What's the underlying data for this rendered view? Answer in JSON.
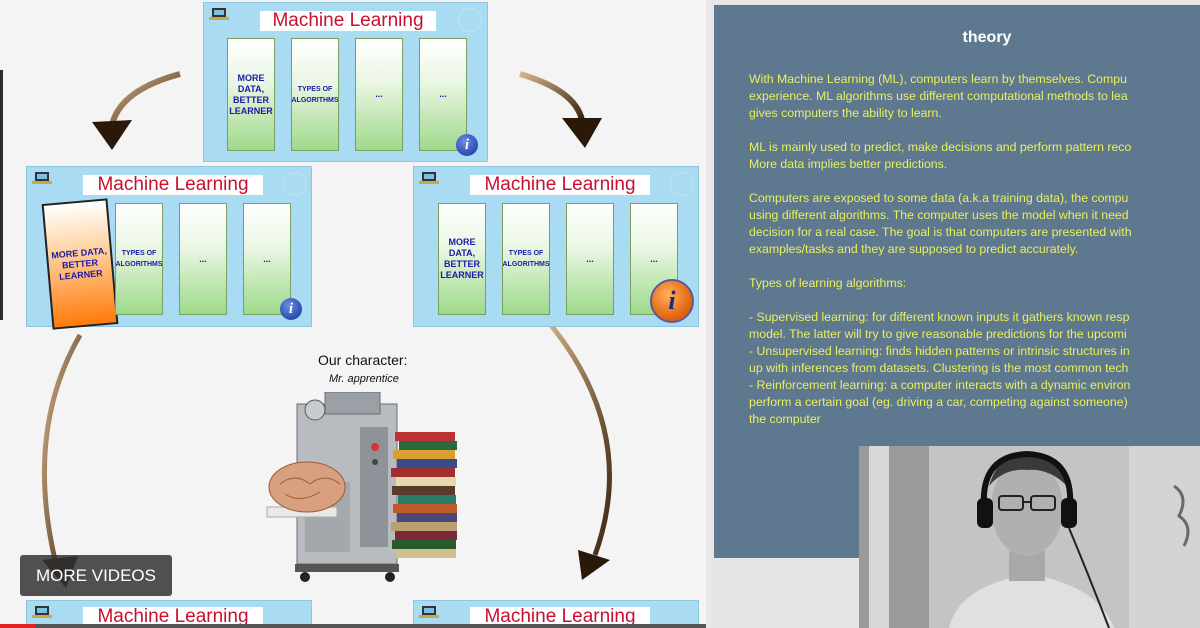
{
  "slide": {
    "panels": [
      {
        "title": "Machine Learning",
        "cards": [
          "MORE DATA, BETTER LEARNER",
          "TYPES OF ALGORITHMS",
          "...",
          "..."
        ]
      },
      {
        "title": "Machine Learning",
        "cards": [
          "MORE DATA, BETTER LEARNER",
          "TYPES OF ALGORITHMS",
          "...",
          "..."
        ]
      },
      {
        "title": "Machine Learning",
        "cards": [
          "MORE DATA, BETTER LEARNER",
          "TYPES OF ALGORITHMS",
          "...",
          "..."
        ]
      },
      {
        "title": "Machine Learning"
      },
      {
        "title": "Machine Learning"
      }
    ],
    "info_icon": "i",
    "character": {
      "title": "Our character:",
      "subtitle": "Mr. apprentice"
    }
  },
  "player": {
    "more_videos_label": "MORE VIDEOS",
    "progress": 0.05
  },
  "theory": {
    "title": "theory",
    "paragraphs": [
      [
        "With Machine Learning (ML), computers learn by themselves. Compu",
        "experience. ML algorithms use different computational methods to lea",
        "gives computers the ability to learn."
      ],
      [
        "ML is mainly used to predict, make decisions and perform pattern reco",
        "More data implies better predictions."
      ],
      [
        "Computers are exposed to some data (a.k.a training data), the compu",
        "using different algorithms. The computer uses the model when it need",
        "decision for a real case. The goal is that computers are presented with",
        "examples/tasks and they are supposed to predict accurately."
      ],
      [
        "Types of learning algorithms:"
      ],
      [
        "- Supervised learning: for different known inputs it gathers known resp",
        "model. The latter will try to give reasonable predictions for the upcomi",
        "- Unsupervised learning: finds hidden patterns or intrinsic structures in",
        "up with inferences from datasets. Clustering is the most common tech",
        "- Reinforcement learning: a computer interacts with a dynamic environ",
        "perform a certain goal (eg. driving a car, competing against someone)",
        "the computer"
      ]
    ]
  },
  "colors": {
    "title_red": "#c8102e",
    "card_text": "#1a1aa8",
    "theory_bg": "#5e7890",
    "theory_text": "#e9f05e",
    "progress_red": "#e52222"
  }
}
